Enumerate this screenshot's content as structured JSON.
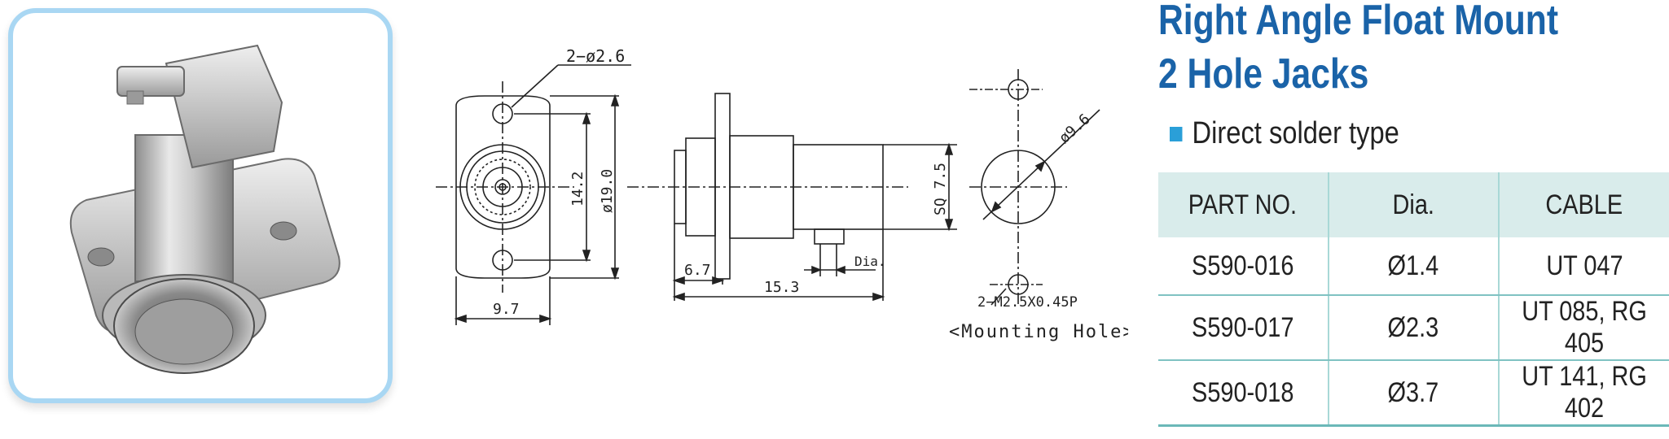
{
  "title_line1": "Right Angle Float Mount",
  "title_line2": "2 Hole Jacks",
  "subtitle": "Direct solder type",
  "table": {
    "headers": [
      "PART NO.",
      "Dia.",
      "CABLE"
    ],
    "rows": [
      [
        "S590-016",
        "Ø1.4",
        "UT 047"
      ],
      [
        "S590-017",
        "Ø2.3",
        "UT 085, RG 405"
      ],
      [
        "S590-018",
        "Ø3.7",
        "UT 141, RG 402"
      ]
    ]
  },
  "drawing": {
    "hole_label": "2−ø2.6",
    "dim_14_2": "14.2",
    "dim_19_0": "ø19.0",
    "dim_9_7": "9.7",
    "dim_sq_7_5": "SQ 7.5",
    "dim_6_7": "6.7",
    "dim_15_3": "15.3",
    "dia_label": "Dia.",
    "dim_9_6": "ø9.6",
    "thread_label": "2−M2.5X0.45P",
    "mounting_hole_label": "<Mounting Hole>"
  },
  "colors": {
    "title": "#1a63a8",
    "accent_square": "#2a9fd8",
    "photo_border": "#a9d7f3",
    "table_header_bg": "#d9eceb"
  }
}
